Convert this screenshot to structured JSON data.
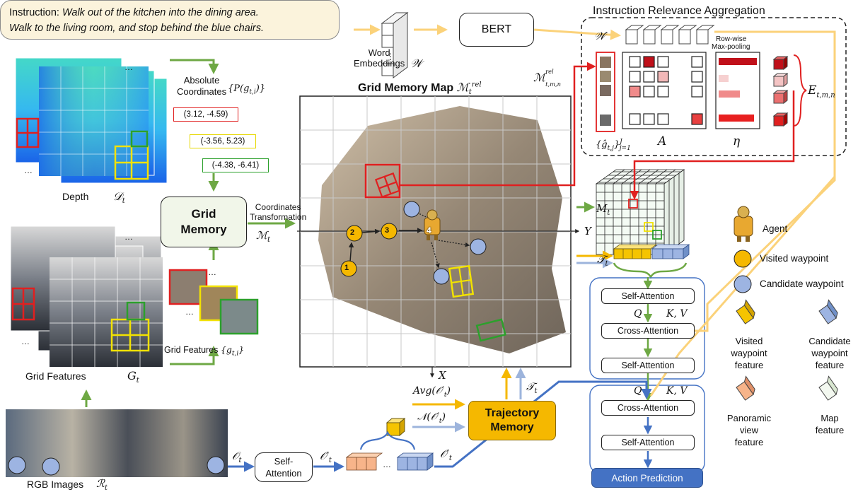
{
  "instruction": {
    "prefix": "Instruction: ",
    "line1": "Walk out of the kitchen into the dining area.",
    "line2": "Walk to the living room, and stop behind the blue chairs."
  },
  "word_embeddings": {
    "label1": "Word",
    "label2": "Embeddings",
    "symbol": "𝒲"
  },
  "bert": "BERT",
  "ira": {
    "title": "Instruction Relevance  Aggregation",
    "w_prime": "𝒲′",
    "row_wise": "Row-wise",
    "max_pooling": "Max-pooling",
    "g_hat": "{ĝ",
    "A": "A",
    "eta": "η",
    "E": "E"
  },
  "depth": {
    "label": "Depth",
    "symbol": "𝒟"
  },
  "abs_coords": {
    "line1": "Absolute",
    "line2": "Coordinates",
    "formula": "{P(g"
  },
  "coords": {
    "red": "(3.12, -4.59)",
    "yellow": "(-3.56, 5.23)",
    "green": "(-4.38, -6.41)"
  },
  "grid_memory": {
    "line1": "Grid",
    "line2": "Memory"
  },
  "coord_transform": {
    "line1": "Coordinates",
    "line2": "Transformation",
    "symbol": "ℳ"
  },
  "grid_features_small": {
    "label": "Grid Features",
    "formula": "{g"
  },
  "grid_features": {
    "label": "Grid Features",
    "symbol": "G"
  },
  "rgb": {
    "label": "RGB Images",
    "symbol": "ℛ"
  },
  "gmm": {
    "title": "Grid Memory Map",
    "symbol": "ℳ",
    "axis_x": "X",
    "axis_y": "Y"
  },
  "waypoints": [
    "1",
    "2",
    "3",
    "4"
  ],
  "m_rel": "ℳ",
  "side_labels": {
    "M": "M",
    "T": "𝒯"
  },
  "legend": {
    "agent": "Agent",
    "visited": "Visited waypoint",
    "candidate": "Candidate waypoint",
    "visited_feat": [
      "Visited",
      "waypoint",
      "feature"
    ],
    "candidate_feat": [
      "Candidate",
      "waypoint",
      "feature"
    ],
    "panoramic_feat": [
      "Panoramic",
      "view",
      "feature"
    ],
    "map_feat": [
      "Map",
      "feature"
    ]
  },
  "upper_block": {
    "sa1": "Self-Attention",
    "ca": "Cross-Attention",
    "sa2": "Self-Attention",
    "Q": "Q",
    "KV": "K, V"
  },
  "lower_block": {
    "ca": "Cross-Attention",
    "sa": "Self-Attention",
    "Q": "Q",
    "KV": "K, V"
  },
  "action_prediction": "Action Prediction",
  "trajectory_memory": {
    "line1": "Trajectory",
    "line2": "Memory"
  },
  "avg": "Avg(𝒪′",
  "nfunc": "𝒩(𝒪′",
  "obs": {
    "O": "𝒪",
    "O_prime": "𝒪′"
  },
  "self_attention_box": {
    "line1": "Self-",
    "line2": "Attention"
  },
  "colors": {
    "green": "#6ea844",
    "red": "#e02020",
    "yellow": "#f2e200",
    "blue": "#4472c4",
    "orange": "#f5b800",
    "light_yellow": "#fbdb8c",
    "light_blue": "#9db4dc",
    "visited": "#f5b800",
    "candidate": "#9db4e2"
  }
}
